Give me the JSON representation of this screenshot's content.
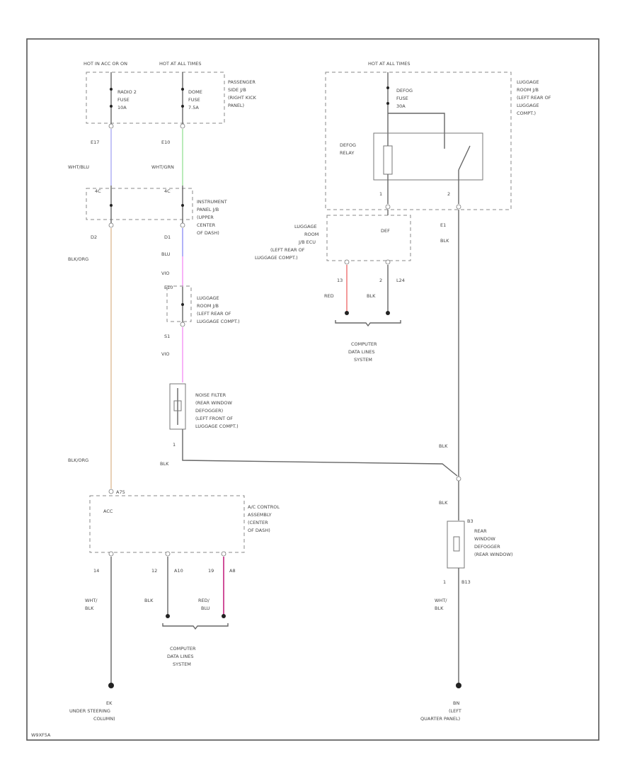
{
  "figure_code": "W9XF5A",
  "power": {
    "hot_acc": "HOT IN ACC OR ON",
    "hot_at_all_times_1": "HOT AT ALL TIMES",
    "hot_at_all_times_2": "HOT AT ALL TIMES"
  },
  "passenger_jb": {
    "label": [
      "PASSENGER",
      "SIDE J/B",
      "(RIGHT KICK",
      "PANEL)"
    ],
    "fuse1": [
      "RADIO 2",
      "FUSE",
      "10A"
    ],
    "fuse2": [
      "DOME",
      "FUSE",
      "7.5A"
    ],
    "conn1": "E17",
    "conn2": "E10"
  },
  "luggage_jb_top": {
    "label": [
      "LUGGAGE",
      "ROOM J/B",
      "(LEFT REAR OF",
      "LUGGAGE",
      "COMPT.)"
    ],
    "fuse": [
      "DEFOG",
      "FUSE",
      "30A"
    ],
    "relay": [
      "DEFOG",
      "RELAY"
    ],
    "pin1": "1",
    "pin2": "2"
  },
  "luggage_ecu": {
    "label": [
      "LUGGAGE",
      "ROOM",
      "J/B ECU",
      "(LEFT REAR OF",
      "LUGGAGE COMPT.)"
    ],
    "def": "DEF",
    "pin_left": "13",
    "pin_right": "2",
    "pin_right_conn": "L24",
    "wire_red": "RED",
    "wire_blk": "BLK",
    "computer_data": [
      "COMPUTER",
      "DATA LINES",
      "SYSTEM"
    ]
  },
  "wires": {
    "wht_blu": "WHT/BLU",
    "wht_grn": "WHT/GRN",
    "blk_org_1": "BLK/ORG",
    "blk_org_2": "BLK/ORG",
    "blu": "BLU",
    "vio": "VIO",
    "vio2": "VIO",
    "blk_a": "BLK",
    "blk_b": "BLK",
    "blk_c": "BLK",
    "blk_d": "BLK",
    "d1": "D1",
    "s1": "S1",
    "d2": "D2",
    "e10b": "E10",
    "e1": "E1",
    "pin1": "1",
    "pin1b": "1",
    "b13": "B13",
    "wht_blk_1": [
      "WHT/",
      "BLK"
    ],
    "wht_blk_2": [
      "WHT/",
      "BLK"
    ]
  },
  "instrument_jb": {
    "label": [
      "INSTRUMENT",
      "PANEL J/B",
      "(UPPER",
      "CENTER",
      "OF DASH)"
    ],
    "conn": "4C",
    "conn2": "4C"
  },
  "luggage_jb_mid": {
    "label": [
      "LUGGAGE",
      "ROOM J/B",
      "(LEFT REAR OF",
      "LUGGAGE COMPT.)"
    ],
    "conn": "E10"
  },
  "noise_filter": {
    "label": [
      "NOISE FILTER",
      "(REAR WINDOW",
      "DEFOGGER)",
      "(LEFT FRONT OF",
      "LUGGAGE COMPT.)"
    ]
  },
  "ac_control": {
    "label": [
      "A/C CONTROL",
      "ASSEMBLY",
      "(CENTER",
      "OF DASH)"
    ],
    "acc": "ACC",
    "top_conn": "A75",
    "pin_14": "14",
    "pin_12": "12",
    "pin_12_conn": "A10",
    "pin_19": "19",
    "pin_19_conn": "A8",
    "wire_blk": "BLK",
    "wire_red_blu": [
      "RED/",
      "BLU"
    ],
    "computer_data": [
      "COMPUTER",
      "DATA LINES",
      "SYSTEM"
    ]
  },
  "rear_defogger": {
    "label": [
      "REAR",
      "WINDOW",
      "DEFOGGER",
      "(REAR WINDOW)"
    ],
    "conn": "B3"
  },
  "grounds": {
    "left_id": "EK",
    "left_label": [
      "UNDER STEERING",
      "COLUMN)"
    ],
    "right_id": "BN",
    "right_label": [
      "(LEFT",
      "QUARTER PANEL)"
    ]
  }
}
